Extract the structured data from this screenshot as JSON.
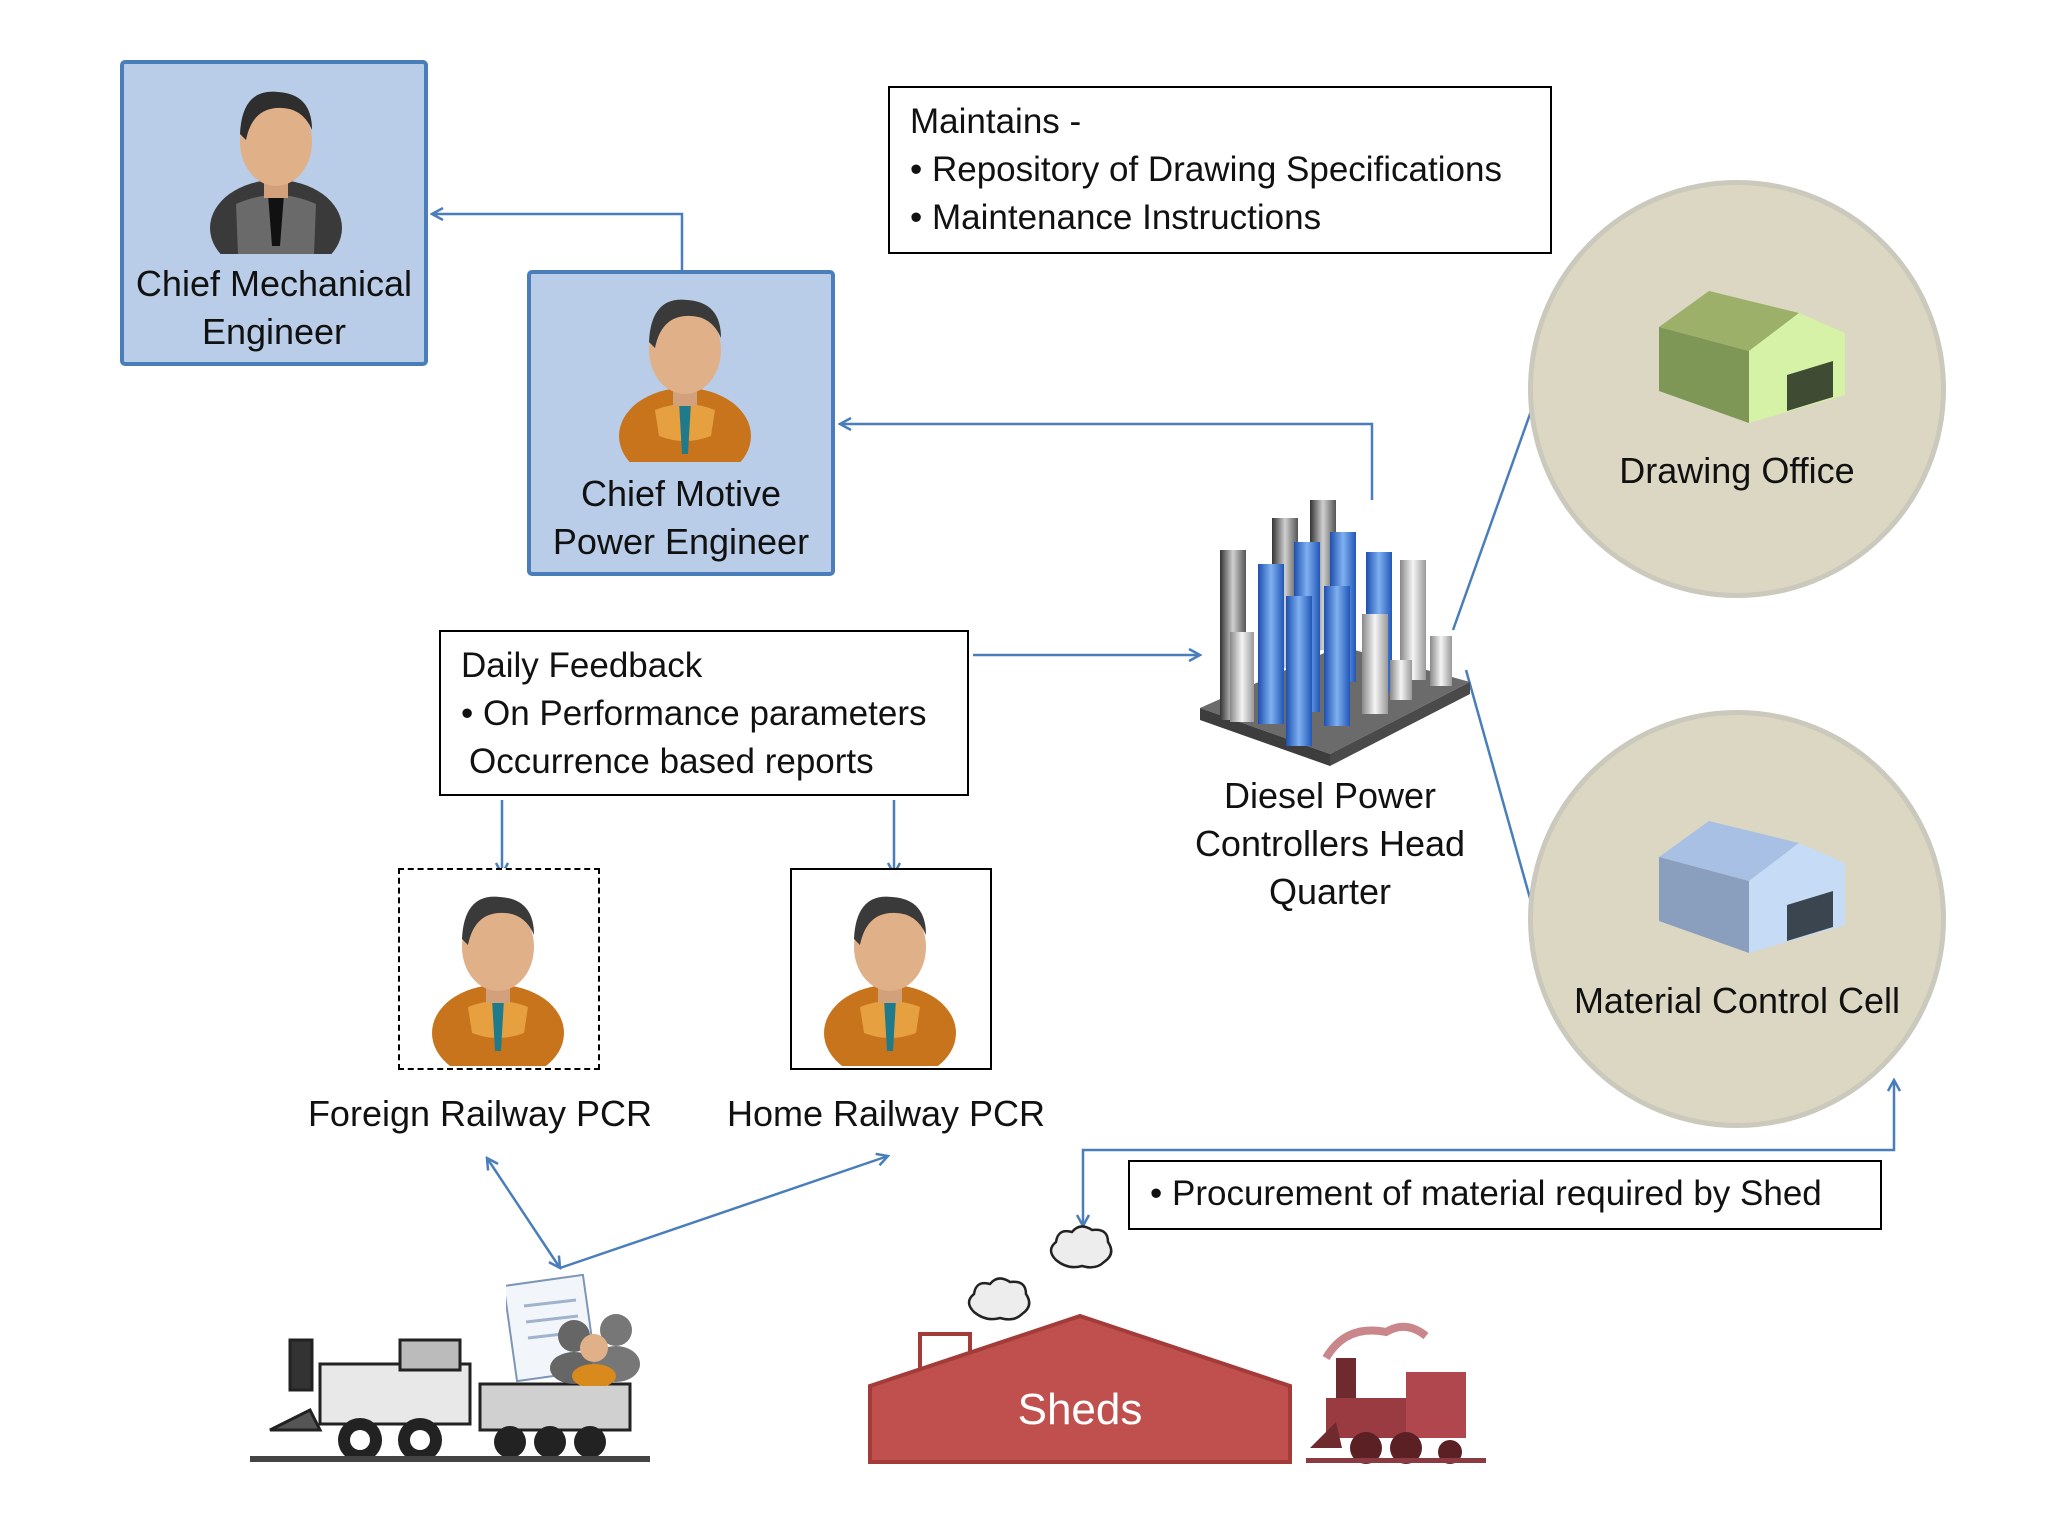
{
  "nodes": {
    "chief_mechanical_engineer": "Chief Mechanical Engineer",
    "chief_motive_power_engineer": "Chief Motive Power Engineer",
    "diesel_power_controllers_hq": "Diesel Power Controllers Head Quarter",
    "drawing_office": "Drawing Office",
    "material_control_cell": "Material Control Cell",
    "foreign_railway_pcr": "Foreign Railway PCR",
    "home_railway_pcr": "Home Railway PCR",
    "sheds": "Sheds"
  },
  "notes": {
    "maintains": {
      "heading": "Maintains -",
      "items": [
        "• Repository of Drawing Specifications",
        "• Maintenance Instructions"
      ]
    },
    "daily_feedback": {
      "heading": "Daily Feedback",
      "items": [
        "• On Performance parameters",
        "Occurrence based reports"
      ]
    },
    "procurement": {
      "items": [
        "• Procurement of material required by Shed"
      ]
    }
  },
  "colors": {
    "connector": "#4a7ebb",
    "role_fill": "#b9cde8",
    "circle_fill": "#dbd7c3",
    "shed_fill": "#c0504d"
  },
  "icons": [
    "person-icon",
    "bar-chart-icon",
    "building-icon",
    "locomotive-icon",
    "cloud-icon",
    "document-icon"
  ]
}
